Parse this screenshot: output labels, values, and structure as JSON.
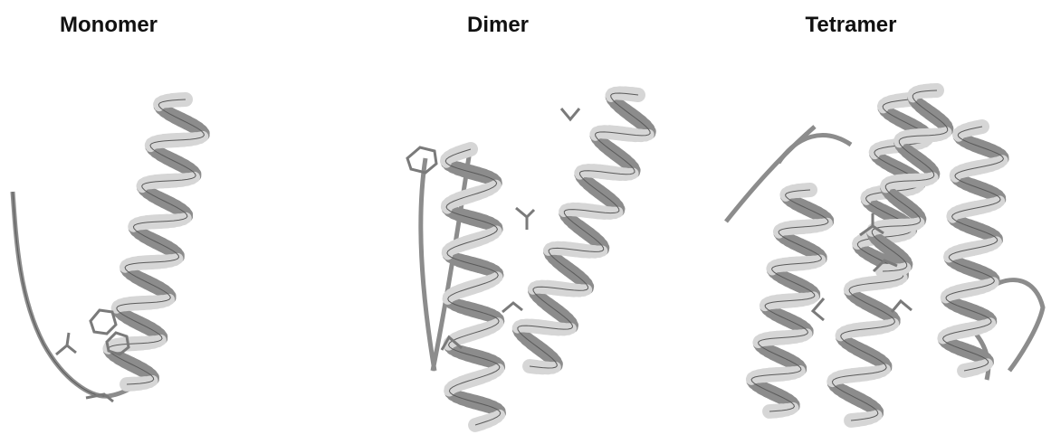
{
  "panels": [
    {
      "title": "Monomer",
      "helices": 1
    },
    {
      "title": "Dimer",
      "helices": 2
    },
    {
      "title": "Tetramer",
      "helices": 4
    }
  ],
  "colors": {
    "ribbon_front": "#d6d6d6",
    "ribbon_back": "#8c8c8c",
    "ribbon_edge": "#5a5a5a",
    "sidechain": "#7a7a7a",
    "background": "#ffffff"
  }
}
